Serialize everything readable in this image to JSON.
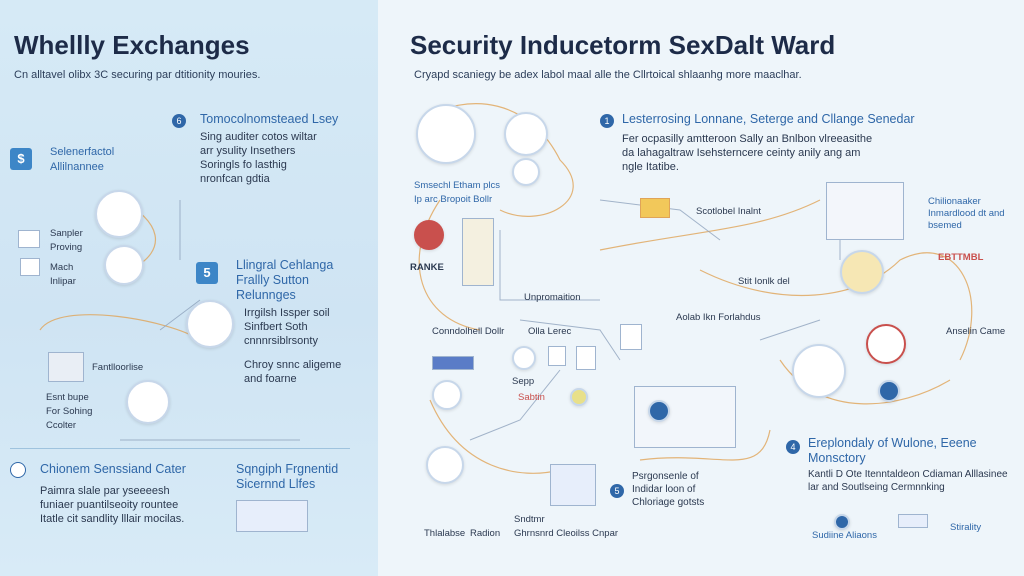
{
  "left": {
    "title": "Whellly Exchanges",
    "subtitle": "Cn alltavel olibx 3C securing par dtitionity mouries.",
    "sec1": {
      "badge": "$",
      "label": "Selenerfactol Allilnannee",
      "items": [
        "Sanpler",
        "Proving",
        "Mach",
        "Inlipar"
      ]
    },
    "sec2": {
      "num": "6",
      "title": "Tomocolnomsteaed Lsey",
      "body": "Sing auditer cotos wiltar arr ysulity Insethers Soringls fo lasthig nronfcan gdtia"
    },
    "sec3": {
      "badge": "5",
      "title": "Llingral Cehlanga Frallly Sutton Relunnges",
      "body1": "Irrgilsh Issper soil Sinfbert Soth cnnnrsiblrsonty",
      "body2": "Chroy snnc aligeme and foarne"
    },
    "device_label": "Fantlloorlise",
    "sec4_items": [
      "Esnt bupe",
      "For Sohing",
      "Ccolter"
    ],
    "bottom_left": {
      "title": "Chionem Senssiand Cater",
      "body": "Paimra slale par yseeeesh funiaer puantilseoity rountee Itatle cit sandlity lllair mocilas."
    },
    "bottom_right": {
      "title": "Sqngiph Frgnentid Sicernnd Llfes"
    }
  },
  "right": {
    "title": "Security Inducetorm SexDalt Ward",
    "subtitle": "Cryapd scaniegy be adex labol maal alle the Cllrtoical shlaanhg more maaclhar.",
    "top_labels": [
      "Smsechl Etham plcs",
      "Ip arc Bropoit Bollr"
    ],
    "sec1": {
      "num": "1",
      "title": "Lesterrosing Lonnane, Seterge and Cllange Senedar",
      "body": "Fer ocpasilly amtteroon Sally an Bnlbon vlreeasithe da lahagaltraw Isehsterncere ceinty anily ang am ngle Itatibe."
    },
    "labels": {
      "ranks": "RANKE",
      "unpromaition": "Unpromaition",
      "scotlobel": "Scotlobel Inalnt",
      "stit_dek": "Stit Ionlk del",
      "cholia": "Chilionaaker Inmardlood dt and bsemed",
      "ebtt": "EBTTMBL",
      "aolab": "Aolab Ikn Forlahdus",
      "conndo": "Conndolhell Dollr",
      "olla": "Olla Lerec",
      "anselin": "Anselin Came",
      "thlalabse": "Thlalabse",
      "sepp": "Sepp",
      "sabtin": "Sabtin",
      "sndtmr": "Sndtmr",
      "radion": "Radion",
      "ghrnm": "Ghrnsnrd Cleoilss Cnpar"
    },
    "sec5": {
      "num": "5",
      "title": "Psrgonsenle of Indidar loon of Chloriage gotsts"
    },
    "sec4": {
      "num": "4",
      "title": "Ereplondaly of Wulone, Eeene Monsctory",
      "body": "Kantli D Ote Itenntaldeon Cdiaman Alllasinee lar and Soutlseing Cermnnking"
    },
    "footer": [
      "Sudiine Aliaons",
      "Stirality"
    ]
  }
}
